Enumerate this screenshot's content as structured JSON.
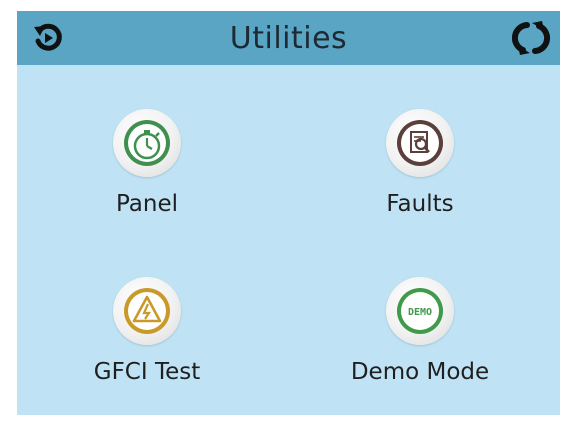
{
  "header": {
    "title": "Utilities",
    "back_icon": "back-icon",
    "refresh_icon": "refresh-icon"
  },
  "tiles": [
    {
      "label": "Panel",
      "icon": "stopwatch-icon",
      "color": "#3f8f4f"
    },
    {
      "label": "Faults",
      "icon": "fault-log-icon",
      "color": "#5a3f3a"
    },
    {
      "label": "GFCI Test",
      "icon": "warning-icon",
      "color": "#c99a2a"
    },
    {
      "label": "Demo Mode",
      "icon": "demo-icon",
      "color": "#3f9a4a",
      "icon_text": "DEMO"
    }
  ],
  "colors": {
    "header_bg": "#5aa5c4",
    "screen_bg": "#bfe3f5"
  }
}
